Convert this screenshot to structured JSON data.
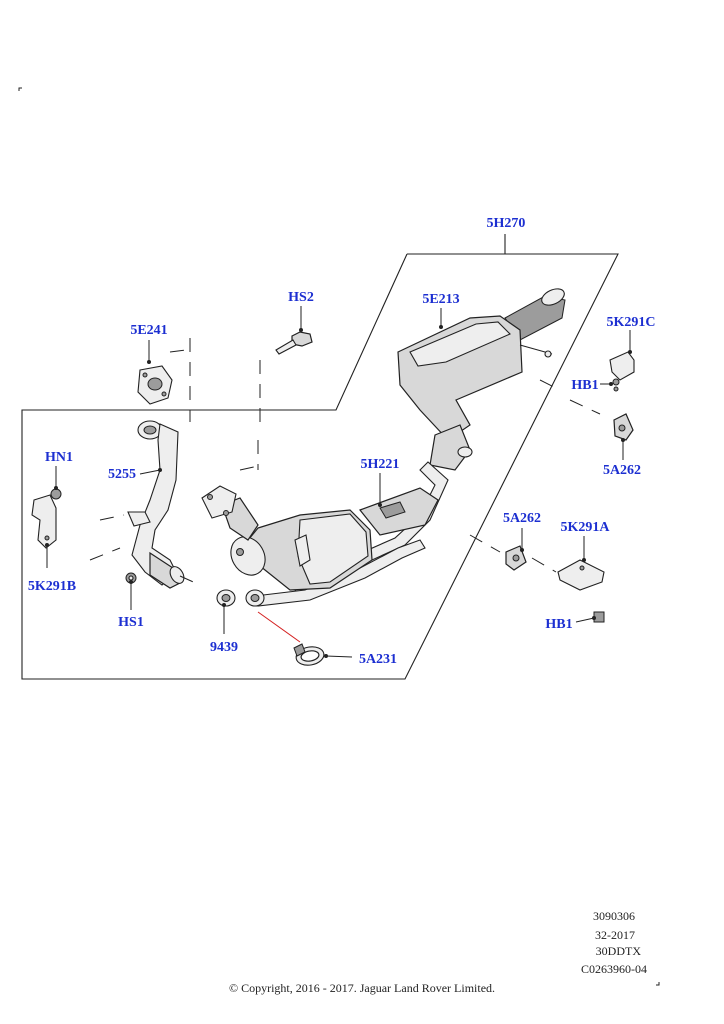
{
  "callouts": {
    "c_5H270": "5H270",
    "c_5E213": "5E213",
    "c_HS2": "HS2",
    "c_5E241": "5E241",
    "c_5K291C": "5K291C",
    "c_HB1_top": "HB1",
    "c_5A262_right": "5A262",
    "c_HN1": "HN1",
    "c_5255": "5255",
    "c_5H221": "5H221",
    "c_5A262_mid": "5A262",
    "c_5K291A": "5K291A",
    "c_5K291B": "5K291B",
    "c_HS1": "HS1",
    "c_HB1_bottom": "HB1",
    "c_9439": "9439",
    "c_5A231": "5A231"
  },
  "meta": {
    "line1": "3090306",
    "line2": "32-2017",
    "line3": "30DDTX",
    "line4": "C0263960-04"
  },
  "copyright": "© Copyright, 2016 - 2017. Jaguar Land Rover Limited.",
  "colors": {
    "callout": "#1c2fd1",
    "leader_red": "#d42020"
  }
}
